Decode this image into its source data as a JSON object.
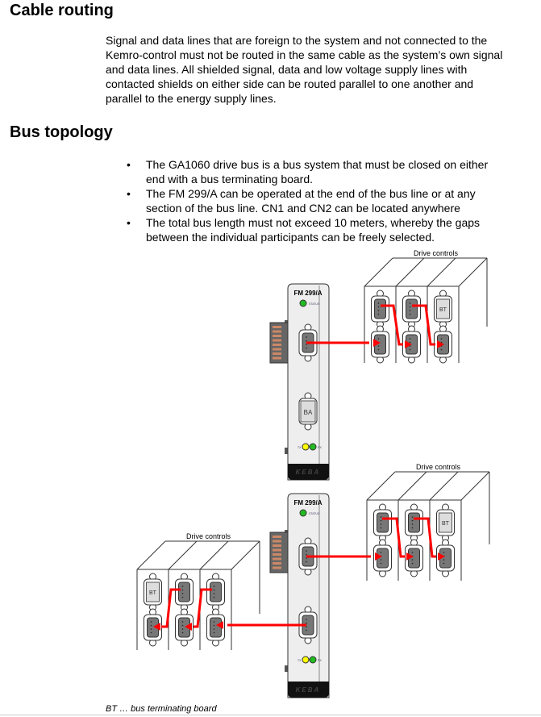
{
  "sections": [
    {
      "title": "Cable routing",
      "text": "Signal and data lines that are foreign to the system and not connected to the Kemro-control must not be routed in the same cable as the system’s own signal and data lines. All shielded signal, data and low voltage supply lines with contacted shields on either side can be routed parallel to one another and parallel to the energy supply lines."
    },
    {
      "title": "Bus topology",
      "bullets": [
        "The GA1060 drive bus is a bus system that must be closed on either end with a bus terminating board.",
        "The FM 299/A can be operated at the end of the bus line or at any section of the bus line. CN1 and CN2 can be located anywhere",
        "The total bus length must not exceed 10 meters, whereby the gaps between the individual participants can be freely selected."
      ]
    }
  ],
  "bullet_char": "•",
  "diagram": {
    "drive_controls_label": "Drive controls",
    "module_label": "FM 299/A",
    "status_label": "STATUS",
    "tx_label": "TX",
    "rx_label": "RX",
    "ba_label": "BA",
    "bt_label": "BT",
    "brand": "KEBA",
    "bus_color": "#ff0000",
    "led_green": "#22bb22",
    "led_yellow": "#ffff00"
  },
  "caption": "BT …  bus terminating board"
}
